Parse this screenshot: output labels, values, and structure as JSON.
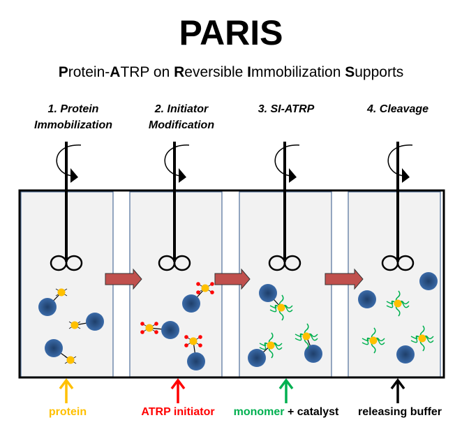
{
  "title": "PARIS",
  "subtitle": [
    {
      "text": "P",
      "bold": true
    },
    {
      "text": "rotein-",
      "bold": false
    },
    {
      "text": "A",
      "bold": true
    },
    {
      "text": "TRP on ",
      "bold": false
    },
    {
      "text": "R",
      "bold": true
    },
    {
      "text": "eversible ",
      "bold": false
    },
    {
      "text": "I",
      "bold": true
    },
    {
      "text": "mmobilization ",
      "bold": false
    },
    {
      "text": "S",
      "bold": true
    },
    {
      "text": "upports",
      "bold": false
    }
  ],
  "steps": [
    {
      "line1": "1. Protein",
      "line2": "Immobilization"
    },
    {
      "line1": "2. Initiator",
      "line2": "Modification"
    },
    {
      "line1": "3. SI-ATRP",
      "line2": ""
    },
    {
      "line1": "4. Cleavage",
      "line2": ""
    }
  ],
  "inputs": [
    {
      "label": "protein",
      "color": "#ffc000"
    },
    {
      "label": "ATRP initiator",
      "color": "#ff0000"
    },
    {
      "label": "monomer",
      "color": "#00b050",
      "suffix": " + catalyst"
    },
    {
      "label": "releasing buffer",
      "color": "#000000"
    }
  ],
  "colors": {
    "bead": "#3a6aa8",
    "protein": "#ffc000",
    "initiator": "#ff0000",
    "polymer": "#00b050",
    "transfer_arrow": "#c0504d",
    "panel": "#f2f2f2"
  }
}
